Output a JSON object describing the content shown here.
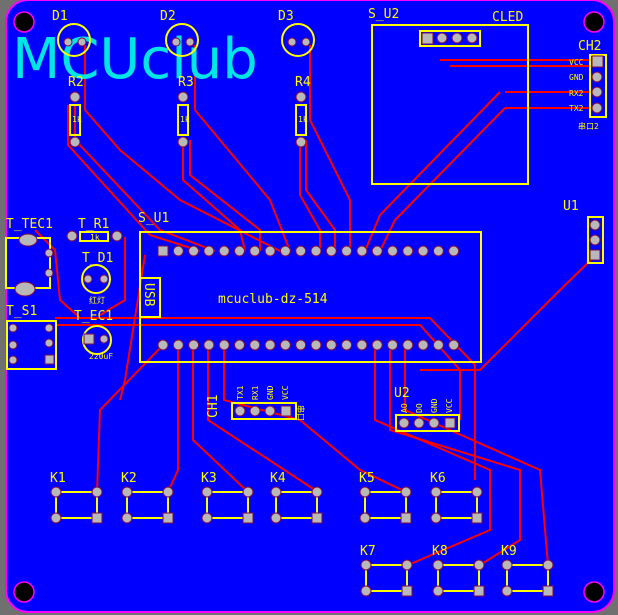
{
  "logo": "MCUclub",
  "colors": {
    "board": "#0000ff",
    "silk": "#ffff00",
    "trace": "#ff0000",
    "edge": "#ff00ff",
    "logo": "#00e5e5"
  },
  "leds": [
    {
      "ref": "D1"
    },
    {
      "ref": "D2"
    },
    {
      "ref": "D3"
    }
  ],
  "resistors": [
    {
      "ref": "R2",
      "value": "1k"
    },
    {
      "ref": "R3",
      "value": "1k"
    },
    {
      "ref": "R4",
      "value": "1k"
    }
  ],
  "s_u2": {
    "ref": "S_U2",
    "title": "CLED"
  },
  "ch2": {
    "ref": "CH2",
    "pins": [
      "VCC",
      "GND",
      "RX2",
      "TX2"
    ],
    "footer": "串口2"
  },
  "u1": {
    "ref": "U1"
  },
  "s_u1": {
    "ref": "S_U1",
    "title": "mcuclub-dz-514",
    "usb": "USB"
  },
  "t_tec1": {
    "ref": "T_TEC1"
  },
  "t_r1": {
    "ref": "T_R1",
    "value": "1k"
  },
  "t_d1": {
    "ref": "T_D1",
    "value": "红灯"
  },
  "t_s1": {
    "ref": "T_S1"
  },
  "t_ec1": {
    "ref": "T_EC1",
    "value": "220uF"
  },
  "ch1": {
    "ref": "CH1",
    "pins": [
      "TX1",
      "RX1",
      "GND",
      "VCC"
    ],
    "footer": "串口"
  },
  "u2": {
    "ref": "U2",
    "pins": [
      "AO",
      "DO",
      "GND",
      "VCC"
    ]
  },
  "keys": [
    "K1",
    "K2",
    "K3",
    "K4",
    "K5",
    "K6",
    "K7",
    "K8",
    "K9"
  ]
}
